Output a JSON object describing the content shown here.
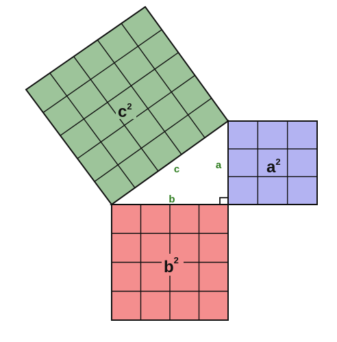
{
  "colors": {
    "square_c": "#9dc49a",
    "square_a": "#b3b3f2",
    "square_b": "#f48e8e",
    "grid_line": "#111111",
    "side_label": "#2e7d1f",
    "area_label": "#111111"
  },
  "side_labels": {
    "a": "a",
    "b": "b",
    "c": "c"
  },
  "area_labels": {
    "a_base": "a",
    "a_exp": "2",
    "b_base": "b",
    "b_exp": "2",
    "c_base": "c",
    "c_exp": "2"
  },
  "grid": {
    "a_cells": 3,
    "b_cells": 4,
    "c_cells": 5
  }
}
